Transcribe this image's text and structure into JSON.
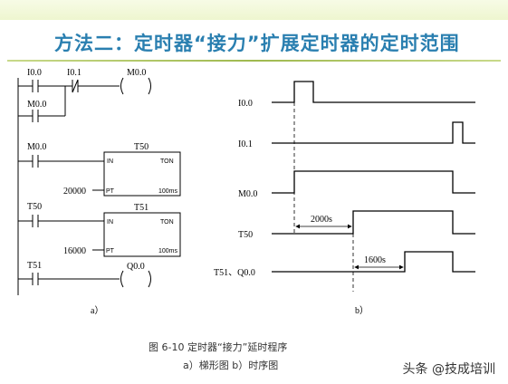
{
  "title": "方法二：定时器“接力”扩展定时器的定时范围",
  "ladder": {
    "rung1": {
      "contact_a": "I0.0",
      "contact_b": "I0.1",
      "coil": "M0.0",
      "branch_contact": "M0.0"
    },
    "rung2": {
      "contact": "M0.0",
      "timer": "T50",
      "in": "IN",
      "ton": "TON",
      "preset": "20000",
      "pt": "PT",
      "unit": "100ms"
    },
    "rung3": {
      "contact": "T50",
      "timer": "T51",
      "in": "IN",
      "ton": "TON",
      "preset": "16000",
      "pt": "PT",
      "unit": "100ms"
    },
    "rung4": {
      "contact": "T51",
      "coil": "Q0.0"
    }
  },
  "timing": {
    "signals": [
      "I0.0",
      "I0.1",
      "M0.0",
      "T50",
      "T51、Q0.0"
    ],
    "delay1": "2000s",
    "delay2": "1600s"
  },
  "labels": {
    "part_a": "a）",
    "part_b": "b）"
  },
  "caption": {
    "line1": "图 6-10   定时器“接力”延时程序",
    "line2": "a）梯形图   b）时序图"
  },
  "watermark": "头条 @技成培训"
}
